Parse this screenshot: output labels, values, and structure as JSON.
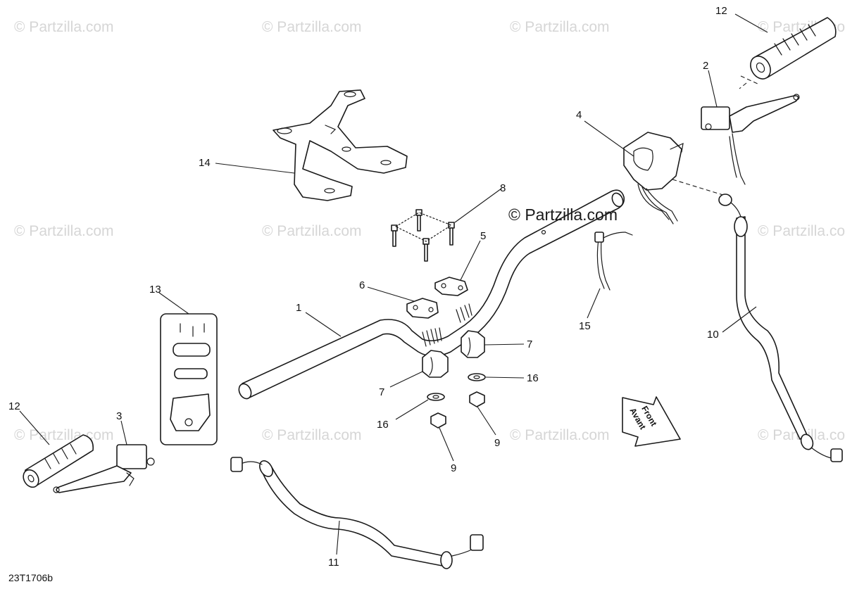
{
  "watermark": {
    "text": "© Partzilla.com",
    "center_text": "© Partzilla.com"
  },
  "diagram_code": "23T1706b",
  "front_arrow": {
    "line1": "Front",
    "line2": "Avant"
  },
  "callouts": [
    {
      "id": "1",
      "label": "1"
    },
    {
      "id": "2",
      "label": "2"
    },
    {
      "id": "3",
      "label": "3"
    },
    {
      "id": "4",
      "label": "4"
    },
    {
      "id": "5",
      "label": "5"
    },
    {
      "id": "6",
      "label": "6"
    },
    {
      "id": "7a",
      "label": "7"
    },
    {
      "id": "7b",
      "label": "7"
    },
    {
      "id": "8",
      "label": "8"
    },
    {
      "id": "9a",
      "label": "9"
    },
    {
      "id": "9b",
      "label": "9"
    },
    {
      "id": "10",
      "label": "10"
    },
    {
      "id": "11",
      "label": "11"
    },
    {
      "id": "12a",
      "label": "12"
    },
    {
      "id": "12b",
      "label": "12"
    },
    {
      "id": "13",
      "label": "13"
    },
    {
      "id": "14",
      "label": "14"
    },
    {
      "id": "15",
      "label": "15"
    },
    {
      "id": "16a",
      "label": "16"
    },
    {
      "id": "16b",
      "label": "16"
    }
  ],
  "colors": {
    "line": "#1a1a1a",
    "watermark": "#d6d6d6",
    "background": "#ffffff"
  }
}
